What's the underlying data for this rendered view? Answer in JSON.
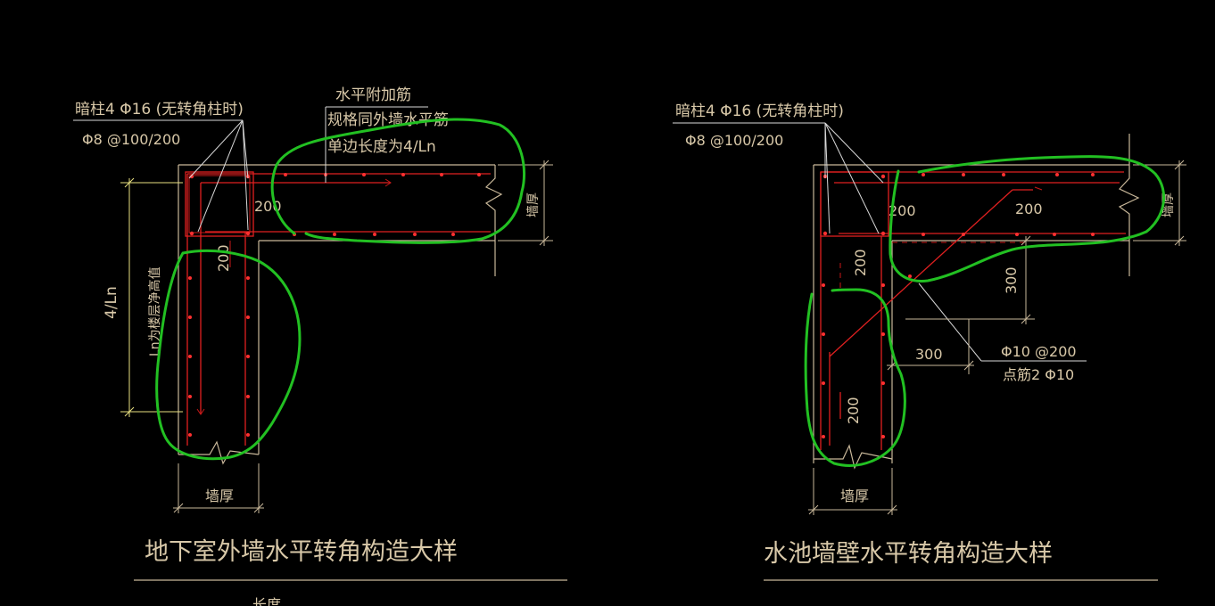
{
  "left_detail": {
    "column_note": "暗柱4 Φ16 (无转角柱时)",
    "stirrup_note": "Φ8 @100/200",
    "extra_bar_title": "水平附加筋",
    "extra_bar_spec": "规格同外墙水平筋",
    "extra_bar_length": "单边长度为4/Ln",
    "dim_200_a": "200",
    "dim_200_b": "200",
    "dim_4ln": "4/Ln",
    "ln_note": "Ln为楼层净高值",
    "wall_thickness_right": "墙厚",
    "wall_thickness_bottom": "墙厚",
    "title": "地下室外墙水平转角构造大样"
  },
  "right_detail": {
    "column_note": "暗柱4 Φ16 (无转角柱时)",
    "stirrup_note": "Φ8 @100/200",
    "dim_200_a": "200",
    "dim_200_b": "200",
    "dim_200_c": "200",
    "dim_200_d": "200",
    "dim_300_v": "300",
    "dim_300_h": "300",
    "bar_note_1": "Φ10 @200",
    "bar_note_2": "点筋2 Φ10",
    "wall_thickness_right": "墙厚",
    "wall_thickness_bottom": "墙厚",
    "title": "水池墙壁水平转角构造大样"
  },
  "bottom_partial_text": "长度",
  "colors": {
    "background": "#000000",
    "outline": "#c9b89a",
    "rebar": "#e02020",
    "markup_cloud": "#22c022",
    "dimension": "#e8e080"
  }
}
